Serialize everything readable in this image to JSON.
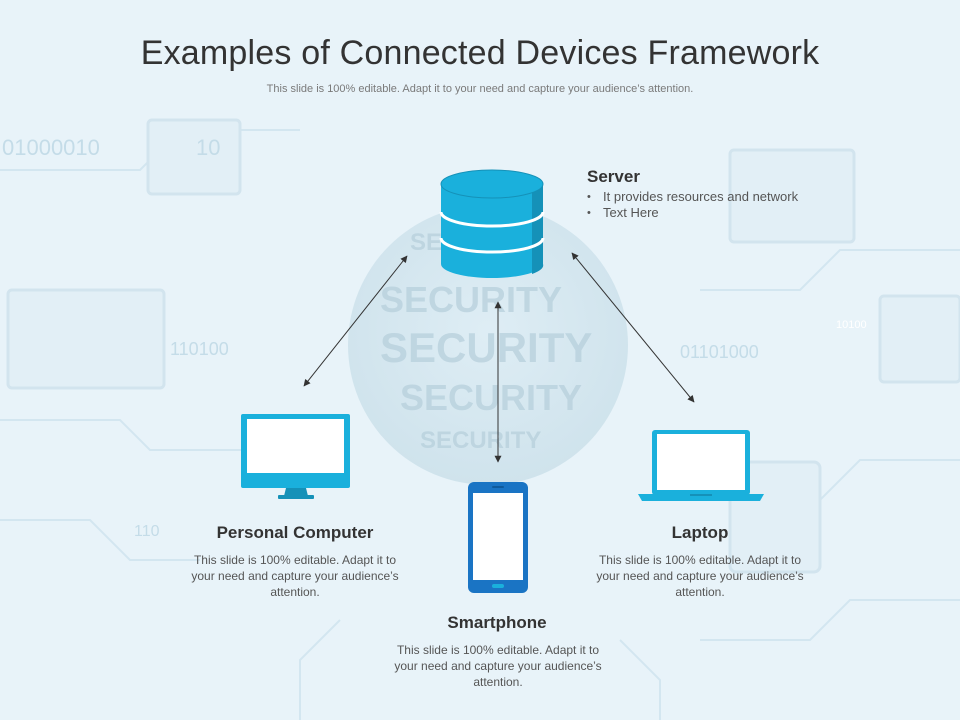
{
  "header": {
    "title": "Examples of Connected Devices Framework",
    "subtitle": "This slide is 100% editable. Adapt it to your need and capture your audience’s attention."
  },
  "background": {
    "binary_text_1": "01000010",
    "binary_text_2": "10",
    "binary_text_3": "110100",
    "binary_text_4": "01101000",
    "binary_text_5": "10100",
    "binary_text_6": "110",
    "globe_words": [
      "SECURITY",
      "SECURITY",
      "SECURITY",
      "SECURITY",
      "SECURITY"
    ]
  },
  "colors": {
    "accent": "#1ab0dc",
    "accent_dark": "#1591b8",
    "background": "#e8f3f9",
    "title": "#333333",
    "body_text": "#555555"
  },
  "server": {
    "icon": "database-icon",
    "title": "Server",
    "bullets": [
      "It provides resources and network",
      "Text Here"
    ]
  },
  "devices": {
    "personal_computer": {
      "icon": "desktop-monitor-icon",
      "title": "Personal Computer",
      "description": "This slide is 100% editable. Adapt it to your need and capture your audience’s attention."
    },
    "smartphone": {
      "icon": "smartphone-icon",
      "title": "Smartphone",
      "description": "This slide is 100% editable. Adapt it to your need and capture your audience’s attention."
    },
    "laptop": {
      "icon": "laptop-icon",
      "title": "Laptop",
      "description": "This slide is 100% editable. Adapt it to your need and capture your audience’s attention."
    }
  }
}
